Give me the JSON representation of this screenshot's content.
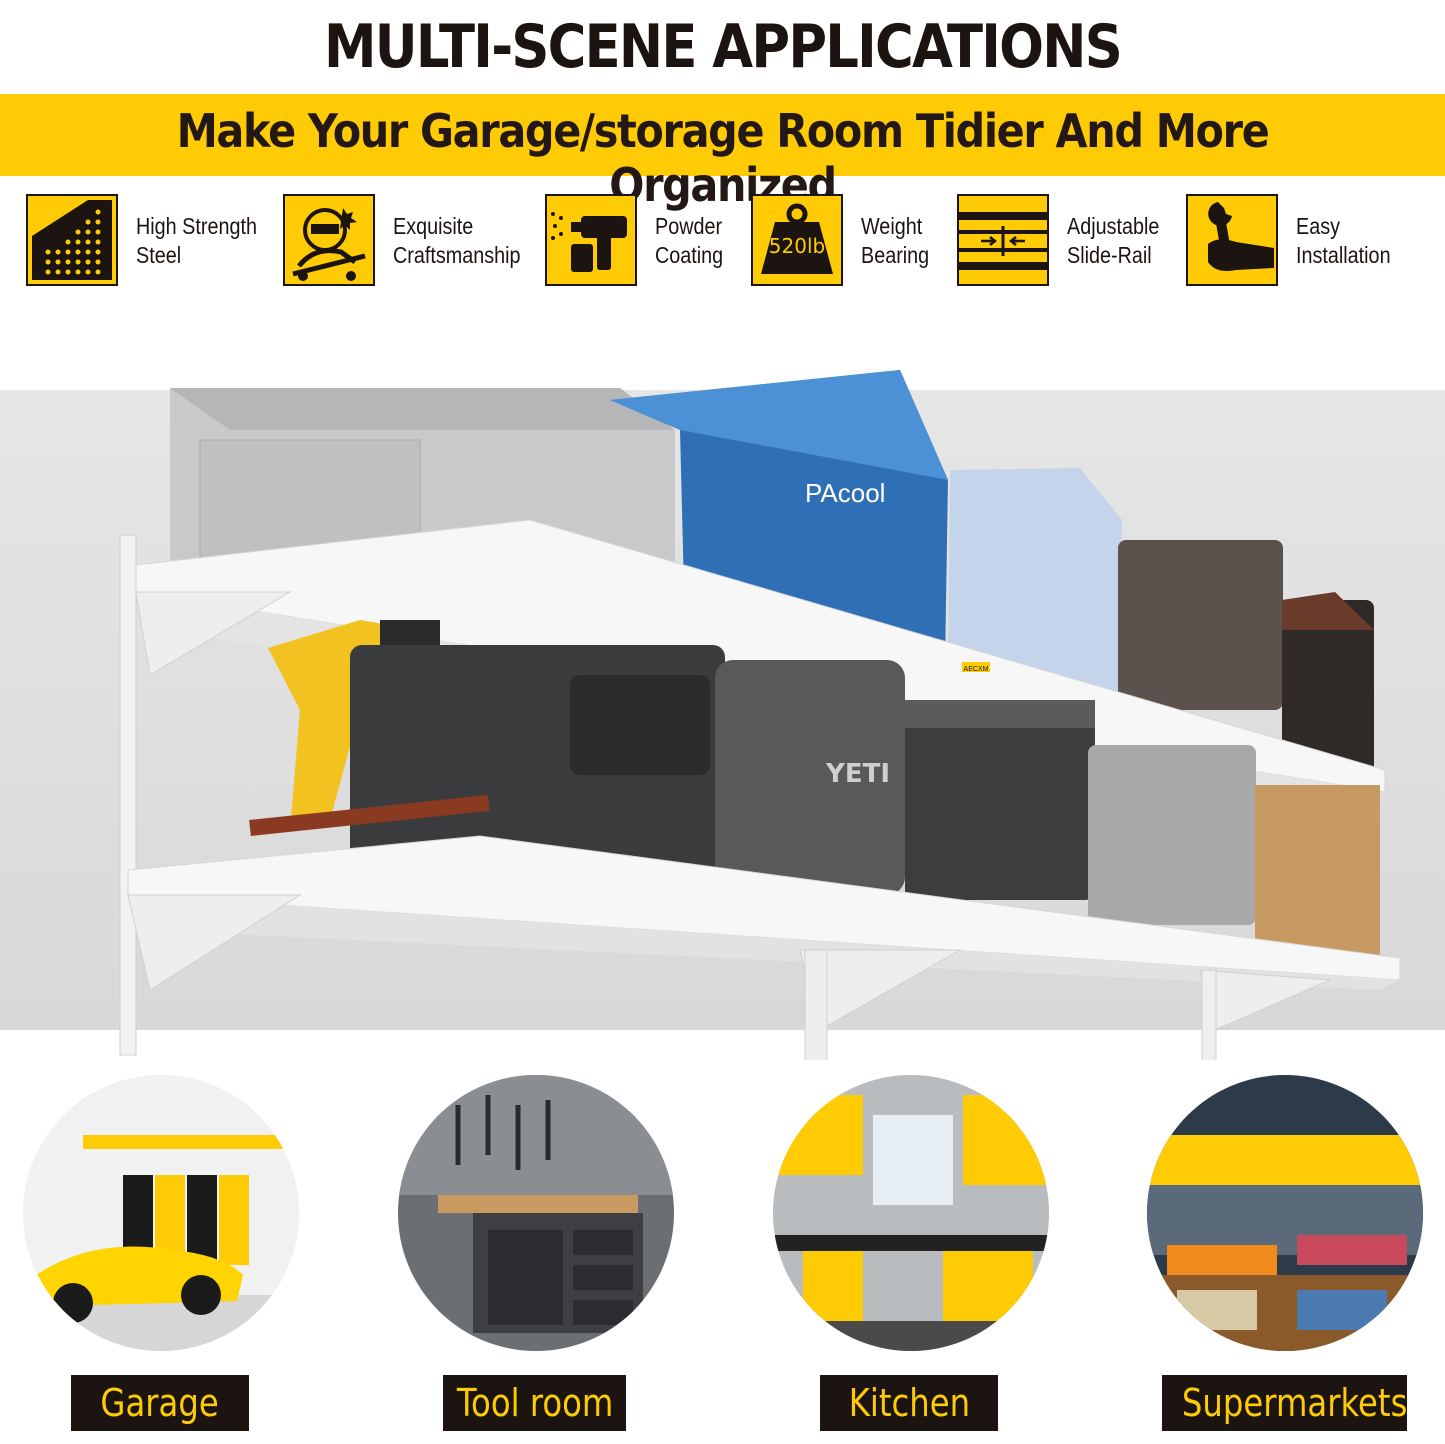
{
  "header": {
    "title": "MULTI-SCENE APPLICATIONS",
    "banner": "Make Your Garage/storage Room Tidier And More Organized"
  },
  "features": [
    {
      "icon": "steel-mesh-icon",
      "line1": "High Strength",
      "line2": "Steel"
    },
    {
      "icon": "welder-icon",
      "line1": "Exquisite",
      "line2": "Craftsmanship"
    },
    {
      "icon": "spray-gun-icon",
      "line1": "Powder",
      "line2": "Coating"
    },
    {
      "icon": "weight-icon",
      "badge": "520lb",
      "line1": "Weight",
      "line2": "Bearing"
    },
    {
      "icon": "slide-rail-icon",
      "line1": "Adjustable",
      "line2": "Slide-Rail"
    },
    {
      "icon": "wrench-hand-icon",
      "line1": "Easy",
      "line2": "Installation"
    }
  ],
  "product": {
    "brand_tag": "AECXM",
    "cooler_brand": "PAcool",
    "yeti_brand": "YETI"
  },
  "scenes": [
    {
      "label": "Garage"
    },
    {
      "label": "Tool room"
    },
    {
      "label": "Kitchen"
    },
    {
      "label": "Supermarkets"
    }
  ],
  "colors": {
    "accent": "#ffcb05",
    "dark": "#1b1411",
    "shelf": "#f4f4f4"
  }
}
